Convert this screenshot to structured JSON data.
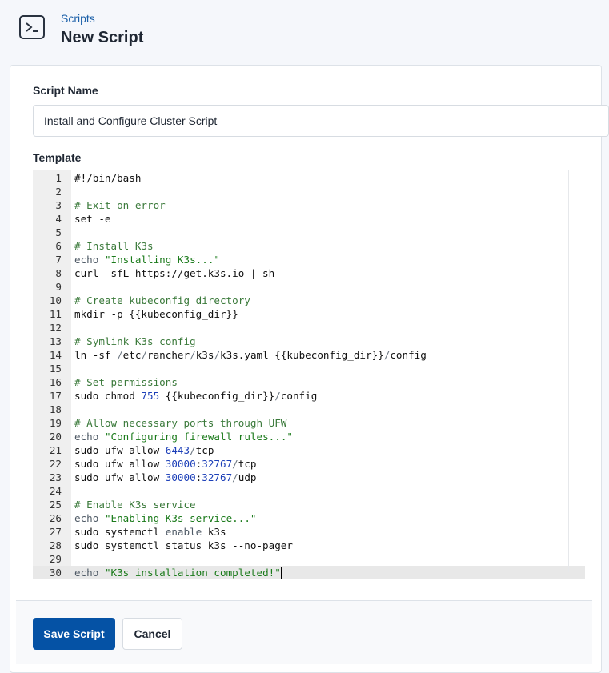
{
  "header": {
    "icon": "terminal-icon",
    "breadcrumb": "Scripts",
    "title": "New Script"
  },
  "form": {
    "script_name_label": "Script Name",
    "script_name_value": "Install and Configure Cluster Script",
    "template_label": "Template"
  },
  "editor": {
    "lines": [
      {
        "n": "1",
        "text": "#!/bin/bash"
      },
      {
        "n": "2",
        "text": ""
      },
      {
        "n": "3",
        "text": "# Exit on error"
      },
      {
        "n": "4",
        "text": "set -e"
      },
      {
        "n": "5",
        "text": ""
      },
      {
        "n": "6",
        "text": "# Install K3s"
      },
      {
        "n": "7",
        "text": "echo \"Installing K3s...\""
      },
      {
        "n": "8",
        "text": "curl -sfL https://get.k3s.io | sh -"
      },
      {
        "n": "9",
        "text": ""
      },
      {
        "n": "10",
        "text": "# Create kubeconfig directory"
      },
      {
        "n": "11",
        "text": "mkdir -p {{kubeconfig_dir}}"
      },
      {
        "n": "12",
        "text": ""
      },
      {
        "n": "13",
        "text": "# Symlink K3s config"
      },
      {
        "n": "14",
        "text": "ln -sf /etc/rancher/k3s/k3s.yaml {{kubeconfig_dir}}/config"
      },
      {
        "n": "15",
        "text": ""
      },
      {
        "n": "16",
        "text": "# Set permissions"
      },
      {
        "n": "17",
        "text": "sudo chmod 755 {{kubeconfig_dir}}/config"
      },
      {
        "n": "18",
        "text": ""
      },
      {
        "n": "19",
        "text": "# Allow necessary ports through UFW"
      },
      {
        "n": "20",
        "text": "echo \"Configuring firewall rules...\""
      },
      {
        "n": "21",
        "text": "sudo ufw allow 6443/tcp"
      },
      {
        "n": "22",
        "text": "sudo ufw allow 30000:32767/tcp"
      },
      {
        "n": "23",
        "text": "sudo ufw allow 30000:32767/udp"
      },
      {
        "n": "24",
        "text": ""
      },
      {
        "n": "25",
        "text": "# Enable K3s service"
      },
      {
        "n": "26",
        "text": "echo \"Enabling K3s service...\""
      },
      {
        "n": "27",
        "text": "sudo systemctl enable k3s"
      },
      {
        "n": "28",
        "text": "sudo systemctl status k3s --no-pager"
      },
      {
        "n": "29",
        "text": ""
      },
      {
        "n": "30",
        "text": "echo \"K3s installation completed!\""
      }
    ]
  },
  "footer": {
    "save_label": "Save Script",
    "cancel_label": "Cancel"
  },
  "colors": {
    "primary": "#0552a5",
    "breadcrumb": "#1a5fa8",
    "comment": "#3b7a3b",
    "string": "#1a7a1a",
    "number": "#1c3fb8"
  }
}
